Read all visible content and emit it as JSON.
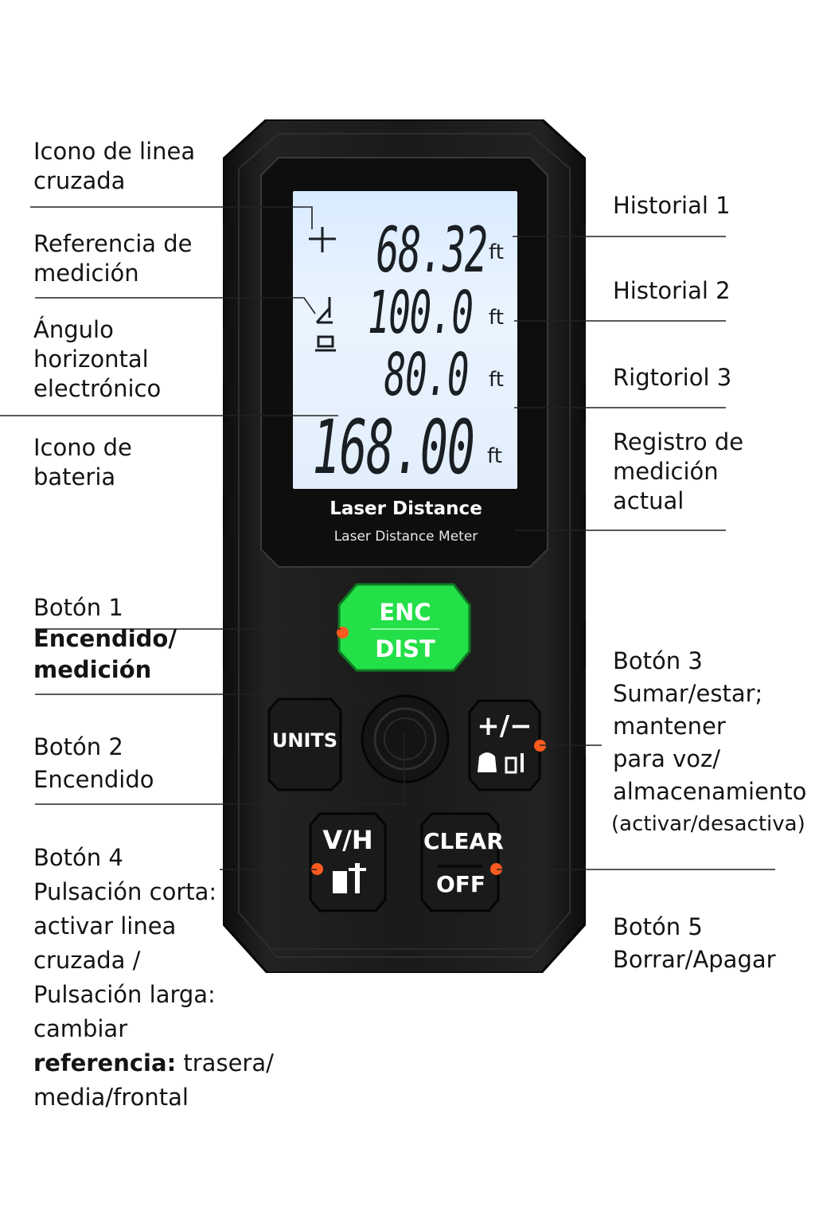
{
  "colors": {
    "device_body": "#1c1c1c",
    "device_edge": "#0a0a0a",
    "lcd_bg": "#e2eefb",
    "power_button": "#22e04a",
    "marker": "#ff5a1f"
  },
  "left_labels": {
    "cross_line": [
      "Icono de linea",
      "cruzada"
    ],
    "reference": [
      "Referencia de",
      "medición"
    ],
    "angle": [
      "Ángulo",
      "horizontal",
      "electrónico"
    ],
    "battery": [
      "Icono de",
      "bateria"
    ],
    "button1": [
      "Botón 1",
      "Encendido/",
      "medición"
    ],
    "button2": [
      "Botón 2",
      "Encendido"
    ],
    "button4": [
      "Botón 4",
      "Pulsación corta:",
      "activar linea",
      "cruzada /",
      "Pulsación larga:",
      "cambiar",
      "referencia:",
      " trasera/",
      "media/frontal"
    ]
  },
  "right_labels": {
    "history1": "Historial 1",
    "history2": "Historial 2",
    "history3": "Rigtoriol 3",
    "current": [
      "Registro de",
      "medición",
      "actual"
    ],
    "button3": [
      "Botón 3",
      "Sumar/estar;",
      "mantener",
      "para voz/",
      "almacenamiento",
      "(activar/desactiva)"
    ],
    "button5": [
      "Botón 5",
      "Borrar/Apagar"
    ]
  },
  "display": {
    "row1": "68.32",
    "row2": "100.0",
    "row3": "80.0",
    "row4": "168.00",
    "unit": "ft"
  },
  "device": {
    "brand": "Laser Distance",
    "model": "Laser Distance Meter"
  },
  "buttons": {
    "power_top": "ENC",
    "power_bottom": "DIST",
    "units": "UNITS",
    "plus_minus": "+/−",
    "vh": "V/H",
    "clear": "CLEAR",
    "off": "OFF"
  }
}
